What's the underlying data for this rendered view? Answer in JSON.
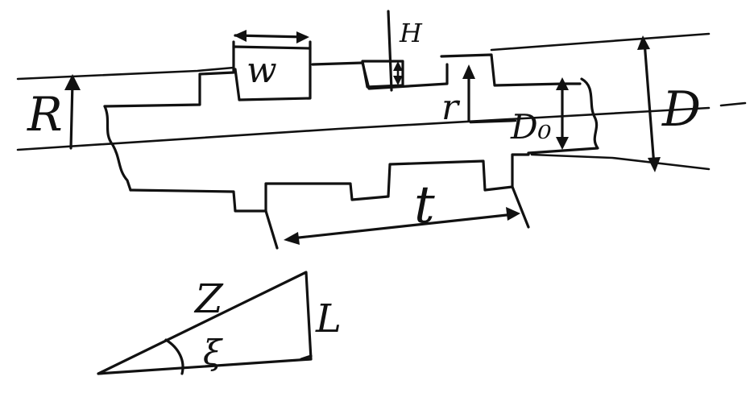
{
  "labels": {
    "R": "R",
    "w": "w",
    "H": "H",
    "r": "r",
    "D0": "D₀",
    "D": "D",
    "t": "t",
    "Z": "Z",
    "L": "L",
    "xi": "ξ"
  }
}
